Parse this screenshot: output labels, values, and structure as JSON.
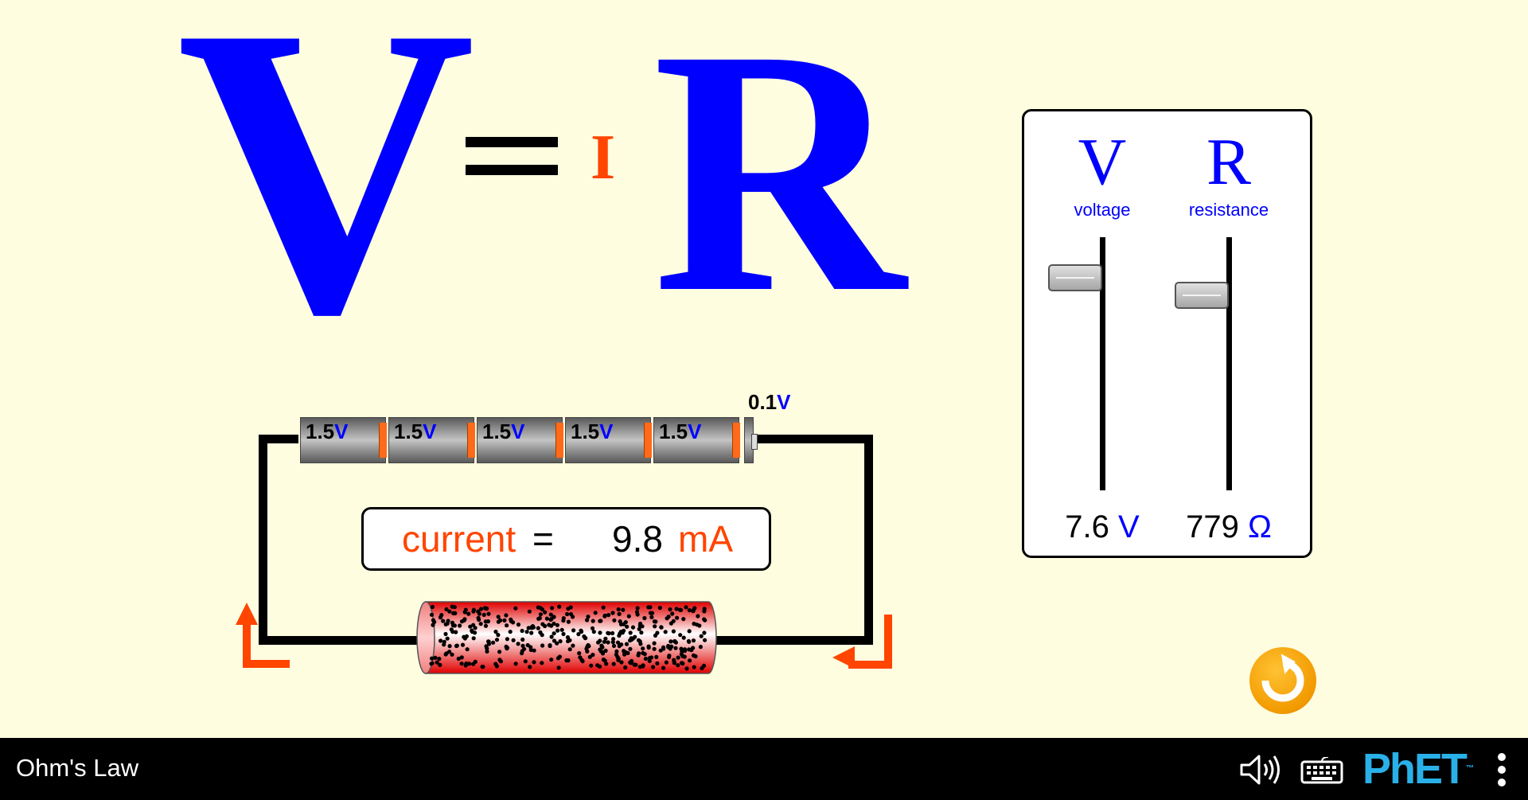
{
  "equation": {
    "voltage_symbol": "V",
    "equals_symbol": "=",
    "current_symbol": "I",
    "resistance_symbol": "R"
  },
  "control_panel": {
    "voltage": {
      "symbol": "V",
      "label": "voltage",
      "value": "7.6",
      "unit": "V",
      "level": 0.84
    },
    "resistance": {
      "symbol": "R",
      "label": "resistance",
      "value": "779",
      "unit": "Ω",
      "level": 0.77
    }
  },
  "batteries": [
    {
      "value": "1.5",
      "unit": "V"
    },
    {
      "value": "1.5",
      "unit": "V"
    },
    {
      "value": "1.5",
      "unit": "V"
    },
    {
      "value": "1.5",
      "unit": "V"
    },
    {
      "value": "1.5",
      "unit": "V"
    }
  ],
  "small_battery": {
    "value": "0.1",
    "unit": "V"
  },
  "current_display": {
    "label": "current",
    "equals": "=",
    "value": "9.8",
    "unit": "mA"
  },
  "navbar": {
    "title": "Ohm's Law",
    "logo_text": "PhET",
    "trademark": "™",
    "icons": [
      "sound-icon",
      "keyboard-icon",
      "phet-logo",
      "menu-dots-icon"
    ]
  },
  "colors": {
    "background": "#fffde0",
    "symbol_blue": "#0000ff",
    "current_orange": "#ff4500",
    "reset_orange": "#f29a00",
    "phet_blue": "#2ab0e8",
    "navbar": "#000000"
  }
}
